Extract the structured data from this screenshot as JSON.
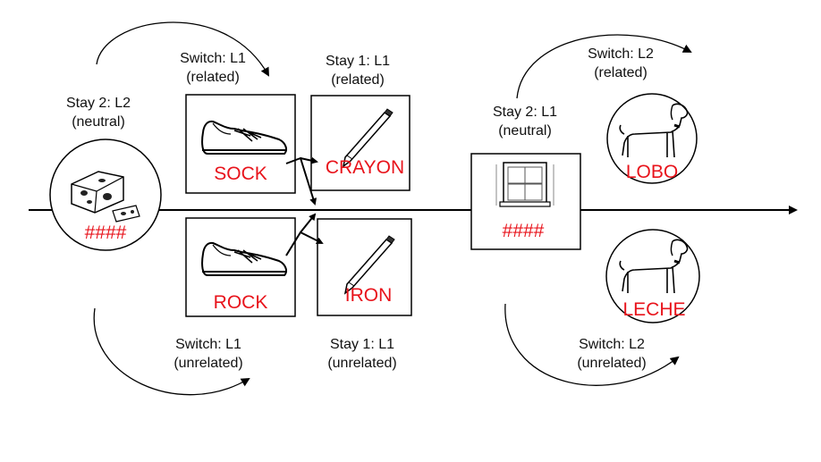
{
  "labels": {
    "stay2_l2": [
      "Stay 2: L2",
      "(neutral)"
    ],
    "switch_l1_related": [
      "Switch: L1",
      "(related)"
    ],
    "stay1_l1_related": [
      "Stay 1: L1",
      "(related)"
    ],
    "stay2_l1": [
      "Stay 2: L1",
      "(neutral)"
    ],
    "switch_l2_related": [
      "Switch: L2",
      "(related)"
    ],
    "switch_l1_unrelated": [
      "Switch: L1",
      "(unrelated)"
    ],
    "stay1_l1_unrelated": [
      "Stay 1: L1",
      "(unrelated)"
    ],
    "switch_l2_unrelated": [
      "Switch: L2",
      "(unrelated)"
    ]
  },
  "words": {
    "cheese": "####",
    "sock": "SOCK",
    "crayon": "CRAYON",
    "rock": "ROCK",
    "iron": "IRON",
    "window": "####",
    "lobo": "LOBO",
    "leche": "LECHE"
  },
  "colors": {
    "word": "#e8131b",
    "line": "#000000"
  },
  "icons": [
    "cheese-icon",
    "shoe-icon",
    "pencil-icon",
    "window-icon",
    "dog-icon"
  ]
}
